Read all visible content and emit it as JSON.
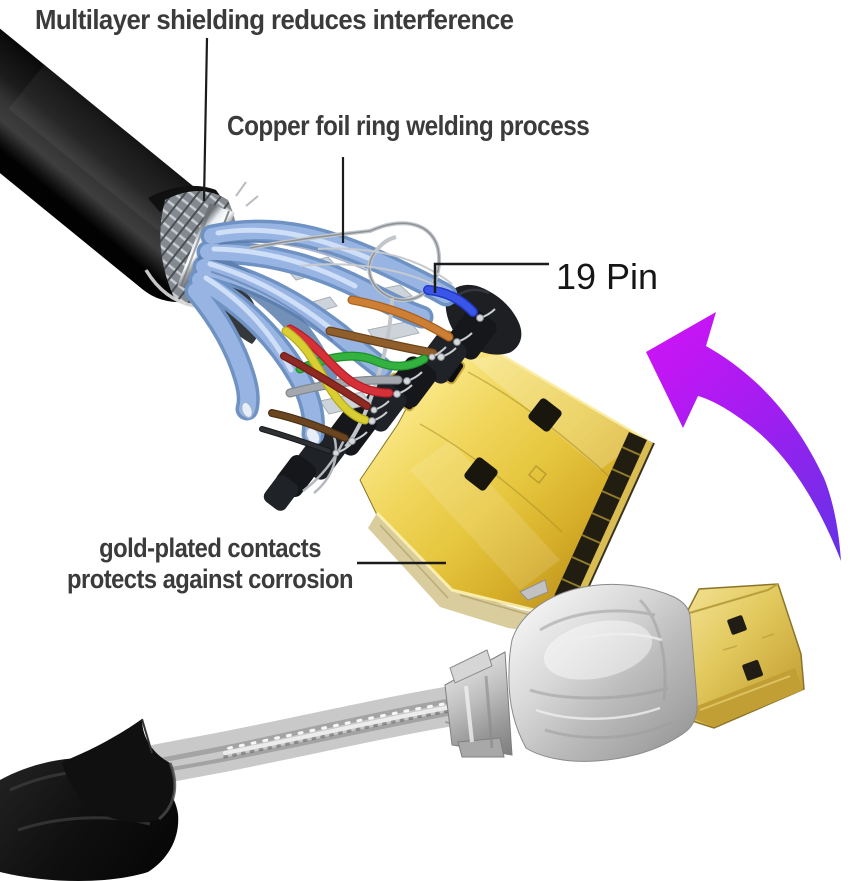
{
  "annotations": {
    "multilayer_shielding": "Multilayer shielding reduces interference",
    "copper_foil": "Copper foil ring welding process",
    "pin_count": "19 Pin",
    "gold_plated_line1": "gold-plated contacts",
    "gold_plated_line2": "protects against corrosion"
  },
  "icons": {
    "curved_arrow": "curved-arrow-icon"
  },
  "colors": {
    "background": "#ffffff",
    "label_text": "#3b3b3b",
    "pin_label_text": "#161616",
    "leader_line": "#1b1b1b",
    "arrow_head_magenta": "#cc14f6",
    "arrow_tail_violet": "#6233e6",
    "gold_connector": "#e6c63e",
    "gold_highlight": "#fbe98a",
    "foil_pair_blue": "#97b4e2",
    "cable_jacket_black": "#161616",
    "chrome_ring": "#e9edf0",
    "shield_braid_gray": "#868c92",
    "solder_shell_silver": "#c9c9c9",
    "wire_colors": [
      "#3b55e8",
      "#cd7f35",
      "#8f5e2b",
      "#33b23f",
      "#a2a8ae",
      "#d63038",
      "#d9cf33",
      "#8f2a22",
      "#6b4520",
      "#2e3033"
    ]
  }
}
